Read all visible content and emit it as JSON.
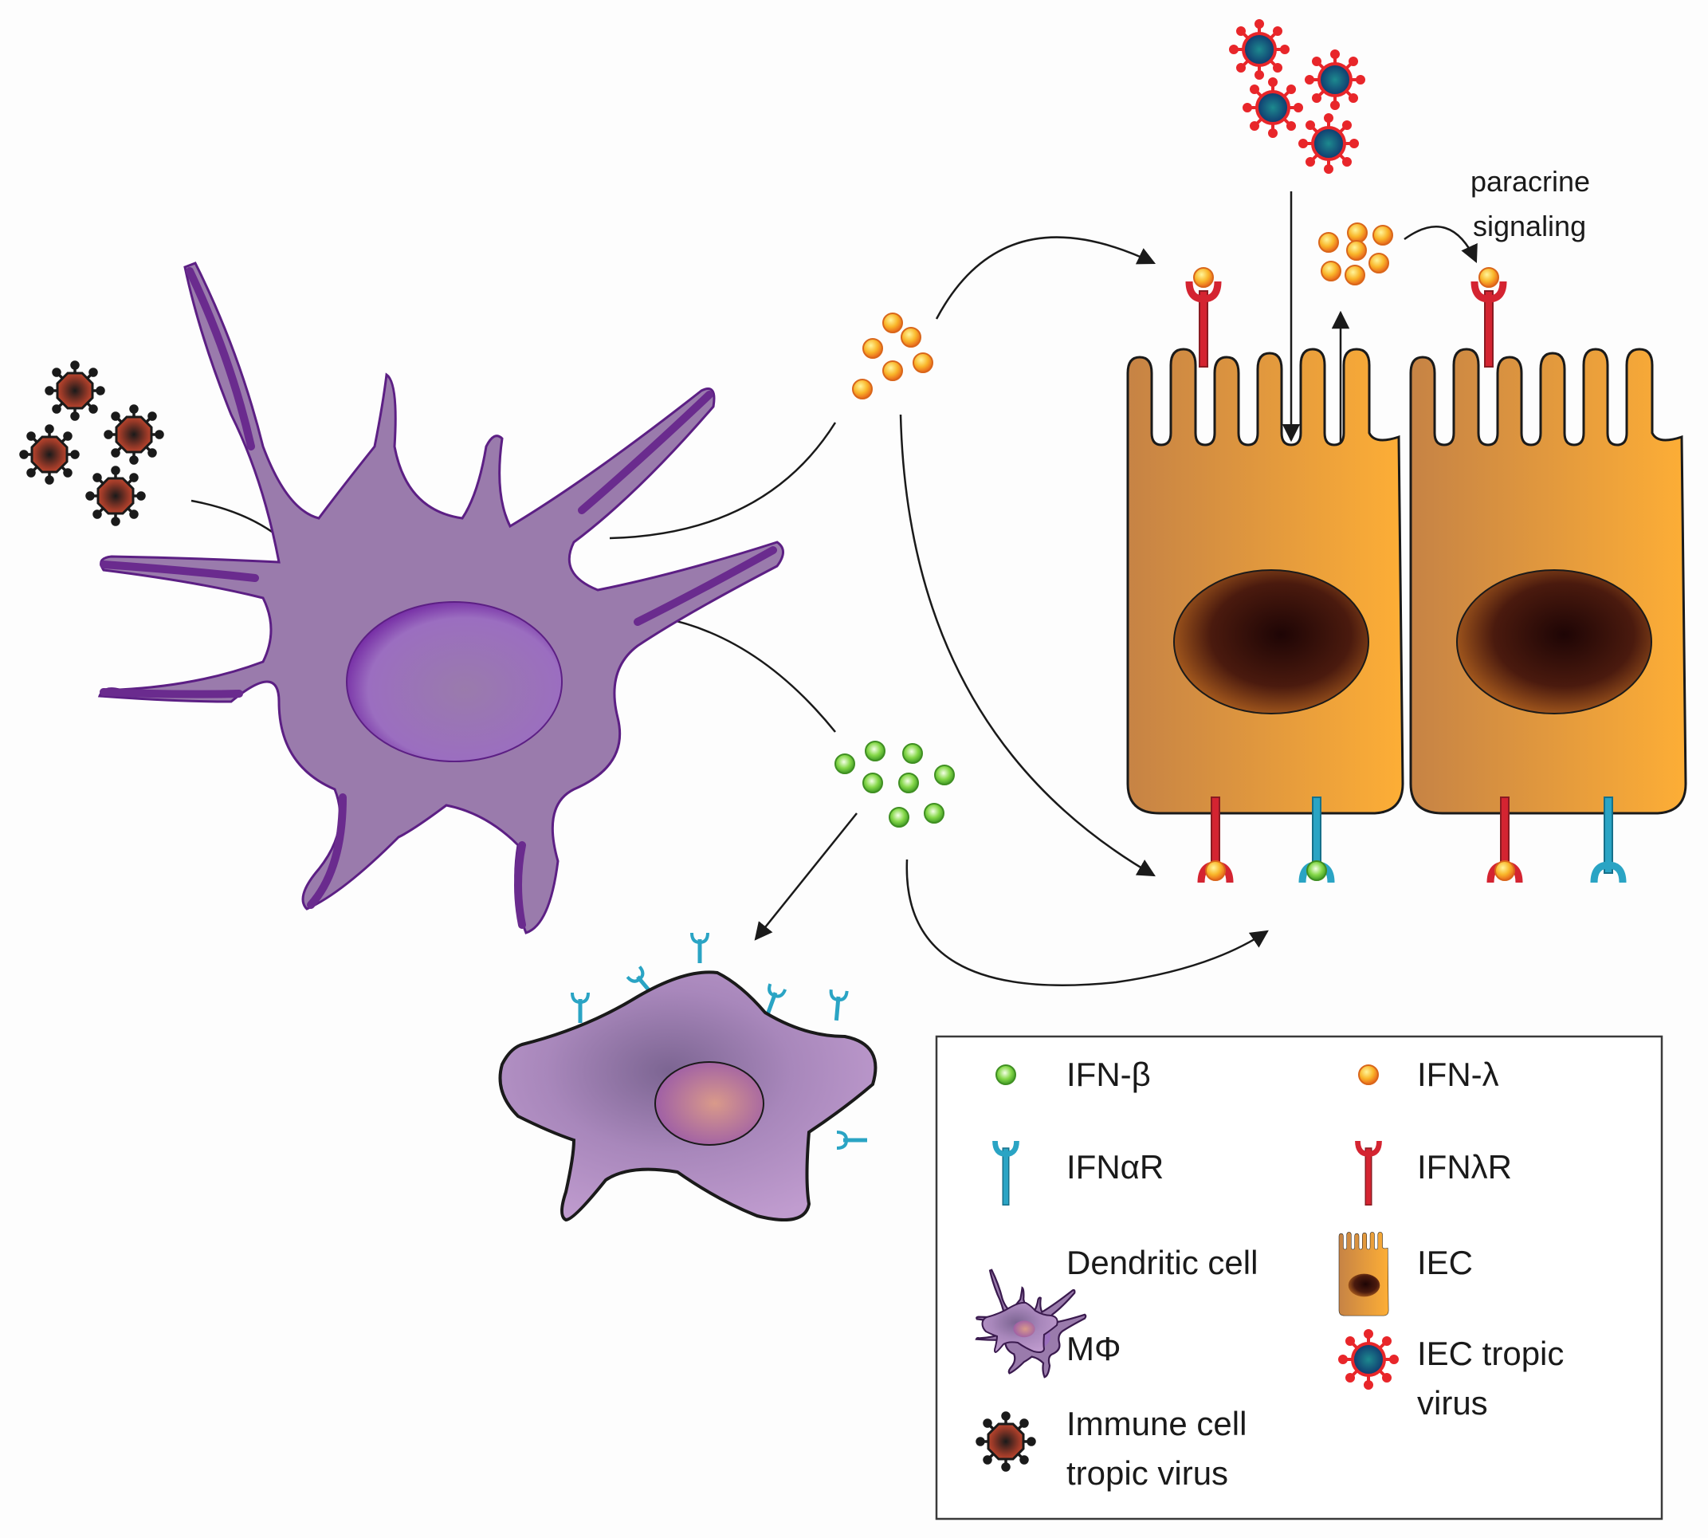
{
  "annotations": {
    "paracrine_line1": "paracrine",
    "paracrine_line2": "signaling"
  },
  "legend": {
    "ifn_beta": "IFN-β",
    "ifn_lambda": "IFN-λ",
    "ifn_alpha_r": "IFNαR",
    "ifn_lambda_r": "IFNλR",
    "dendritic_cell": "Dendritic cell",
    "iec": "IEC",
    "macrophage": "MΦ",
    "iec_tropic_virus_line1": "IEC tropic",
    "iec_tropic_virus_line2": "virus",
    "immune_virus_line1": "Immune cell",
    "immune_virus_line2": "tropic virus"
  },
  "colors": {
    "dendritic_cell": "#9a7bac",
    "dendritic_edge": "#6a2b8e",
    "macrophage": "#b38fc4",
    "iec_fill": "#f2a03a",
    "iec_nucleus": "#3a0c0c",
    "ifn_beta": "#7ccf3a",
    "ifn_lambda": "#f7a21b",
    "ifn_alpha_receptor": "#2aa4c4",
    "ifn_lambda_receptor": "#d42431",
    "iec_virus_spikes": "#e8262a",
    "iec_virus_core": "#1b6f7a",
    "immune_virus_core": "#b33a2a"
  }
}
